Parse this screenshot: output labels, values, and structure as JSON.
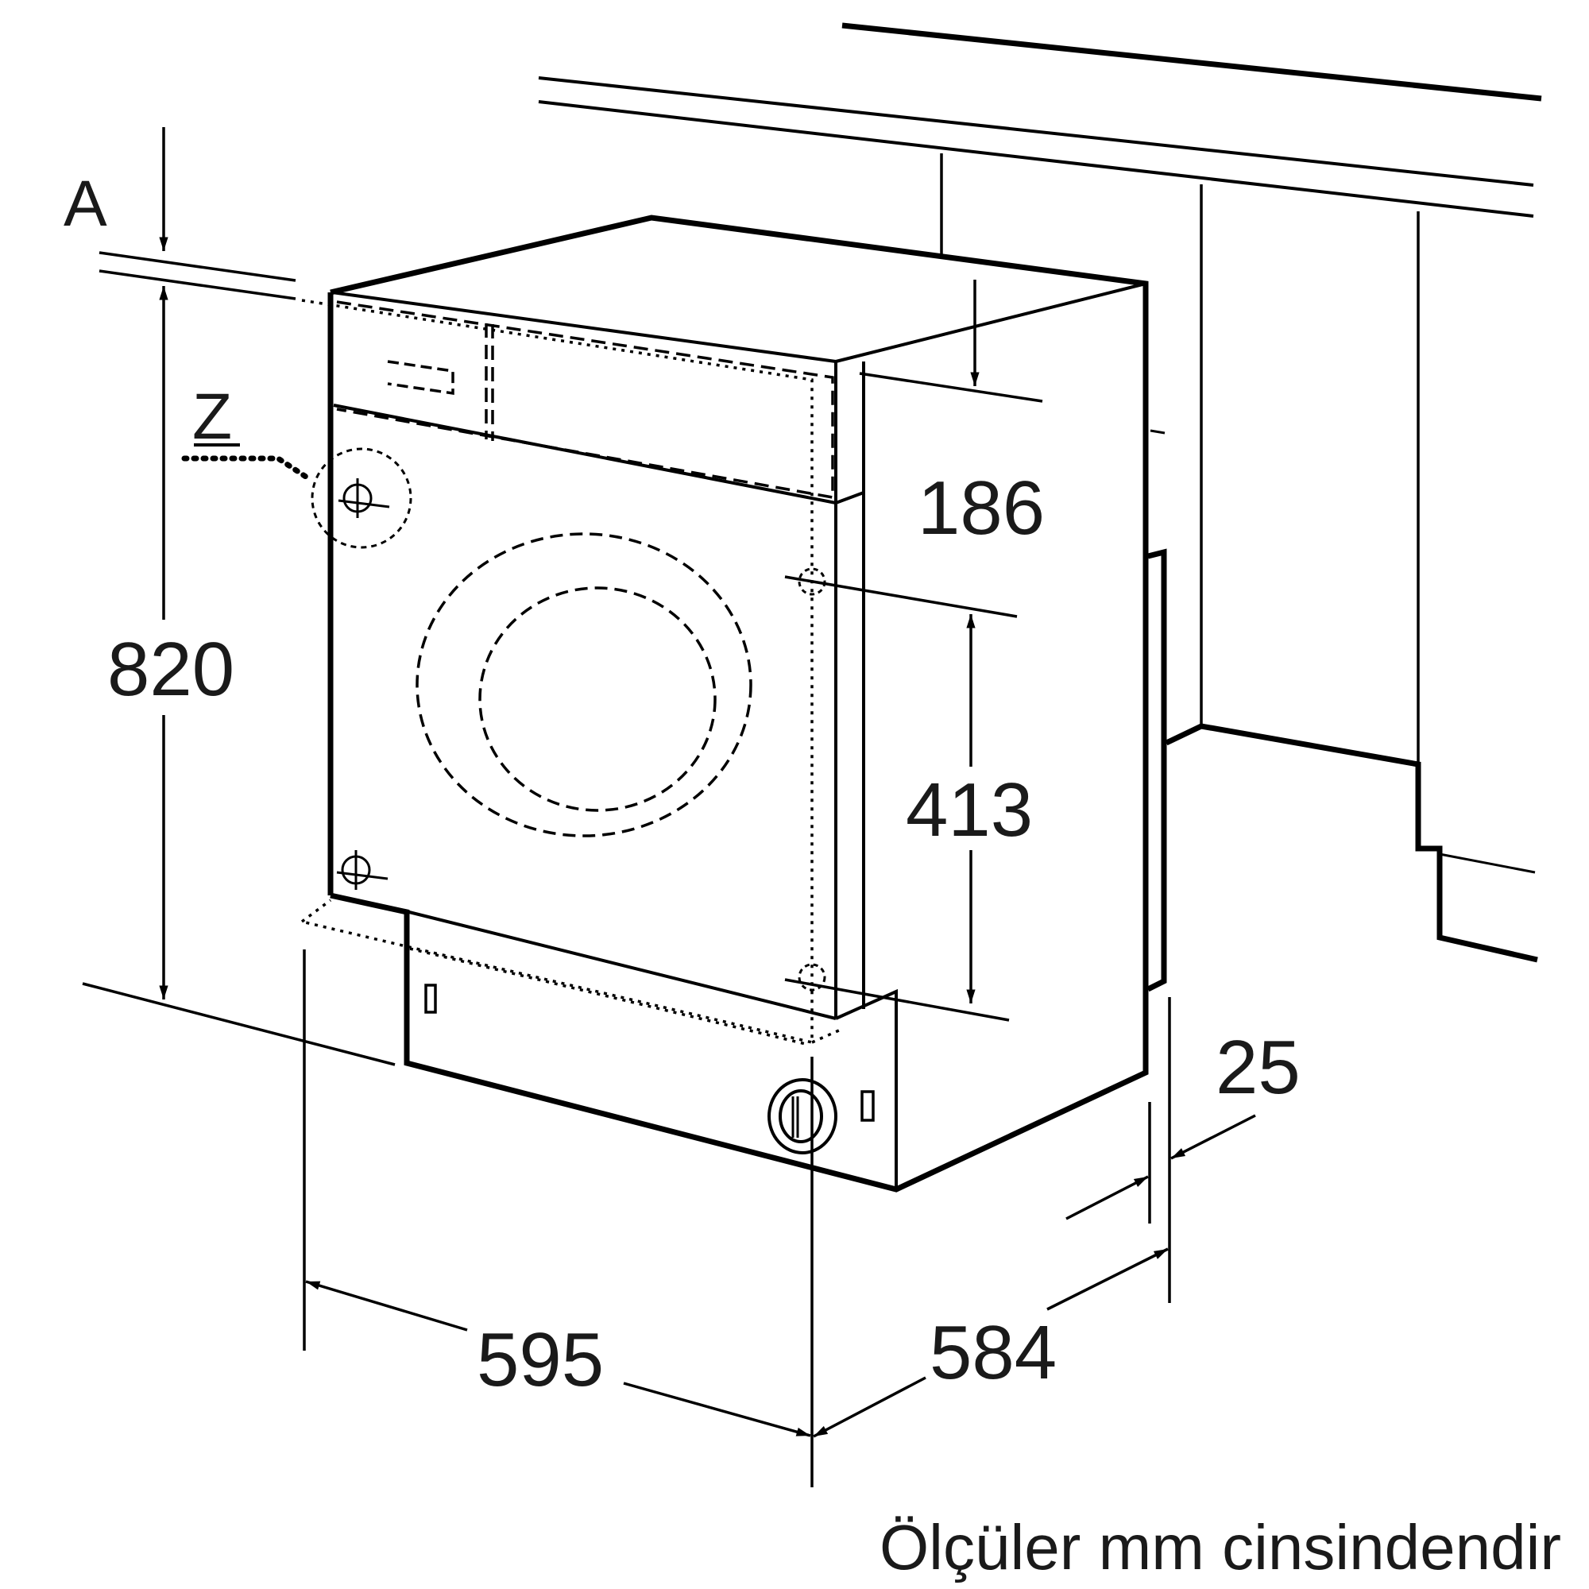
{
  "labels": {
    "a": "A",
    "z": "Z"
  },
  "dimensions": {
    "height": "820",
    "top_panel": "186",
    "door_zone": "413",
    "width": "595",
    "depth": "584",
    "door_offset": "25"
  },
  "caption": "Ölçüler mm cinsindendir"
}
